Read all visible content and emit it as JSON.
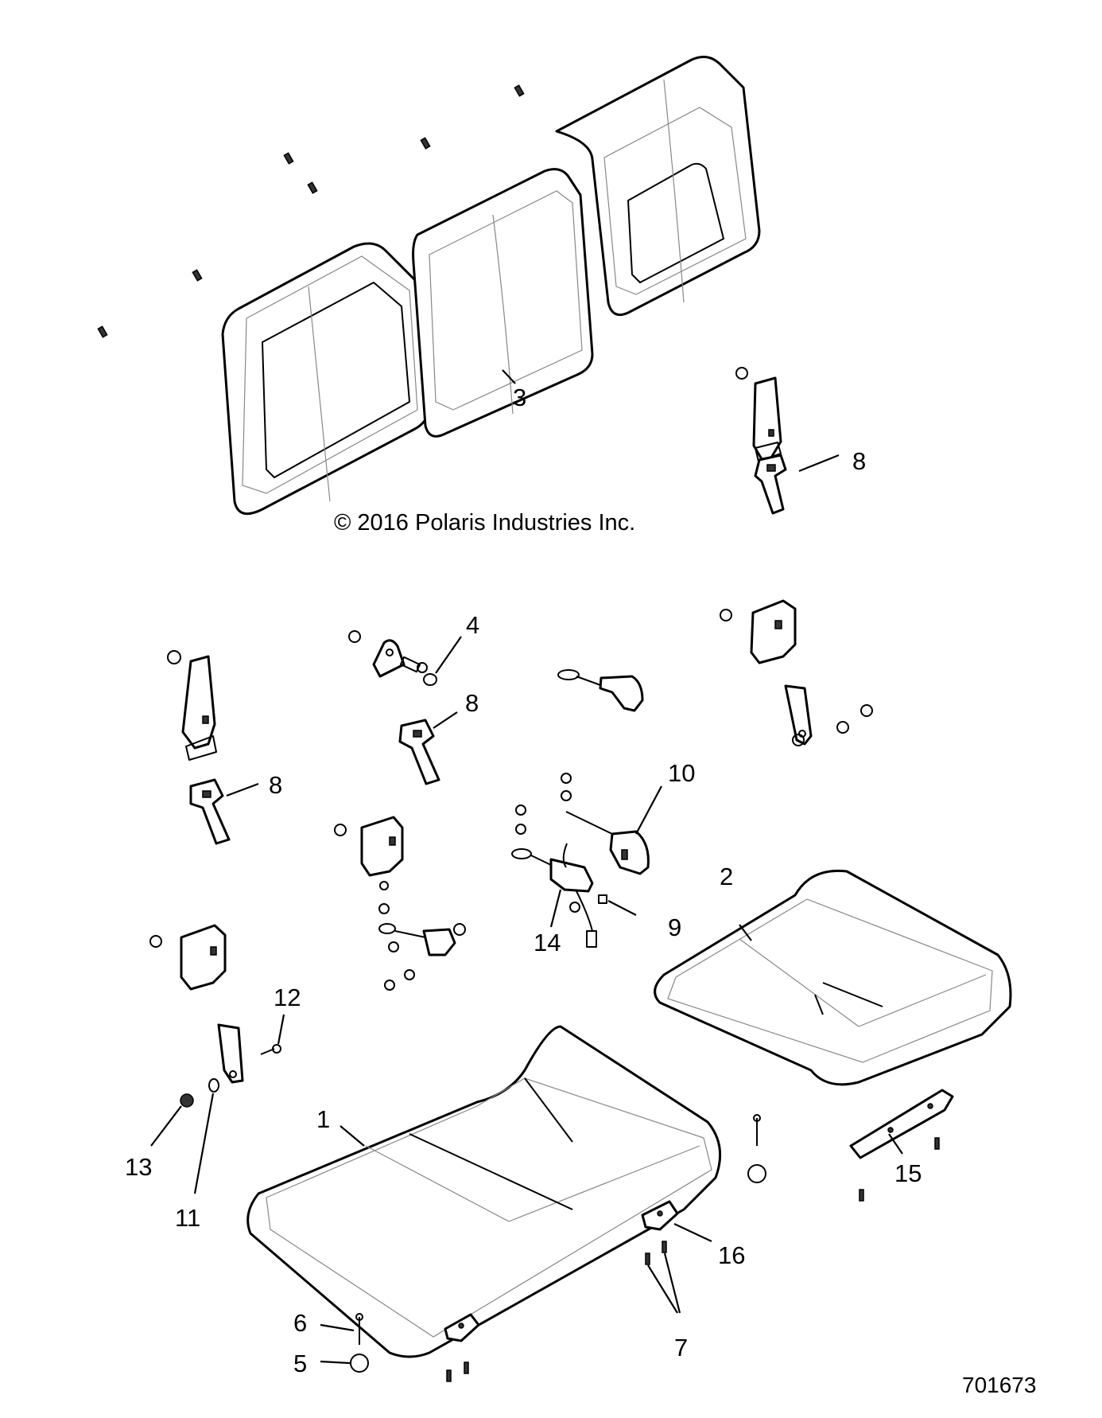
{
  "diagram": {
    "copyright": "© 2016 Polaris Industries Inc.",
    "figure_number": "701673",
    "callouts": {
      "seat_bottom_left": "1",
      "seat_bottom_right": "2",
      "seat_back": "3",
      "cap": "4",
      "grommet_nut": "5",
      "stud": "6",
      "screws": "7",
      "buckle_right_upper": "8",
      "buckle_mid": "8",
      "buckle_left": "8",
      "sensor_clip": "9",
      "center_buckle": "10",
      "washer": "11",
      "bolt": "12",
      "nut": "13",
      "buckle_harness": "14",
      "bracket_long": "15",
      "bracket_small": "16"
    }
  }
}
